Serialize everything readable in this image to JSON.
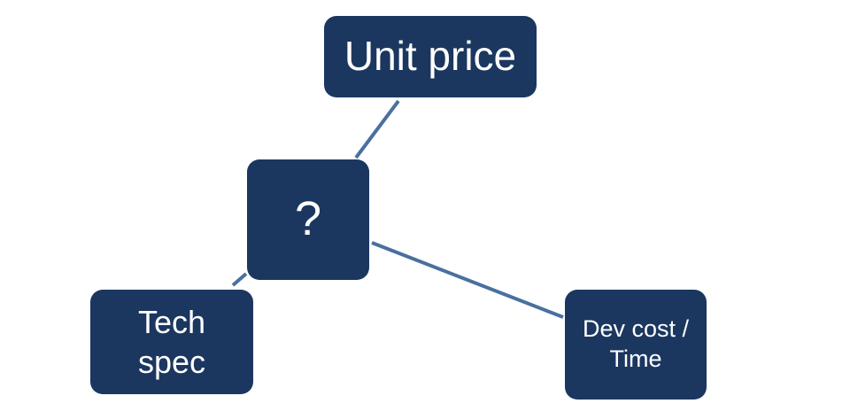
{
  "diagram": {
    "nodes": {
      "unit_price": {
        "label": "Unit price"
      },
      "center": {
        "label": "?"
      },
      "tech_spec": {
        "line1": "Tech",
        "line2": "spec"
      },
      "dev_cost": {
        "line1": "Dev cost /",
        "line2": "Time"
      }
    },
    "edges": [
      {
        "from": "center",
        "to": "unit_price"
      },
      {
        "from": "center",
        "to": "tech_spec"
      },
      {
        "from": "center",
        "to": "dev_cost"
      }
    ],
    "colors": {
      "box_fill": "#1b3760",
      "text": "#ffffff",
      "connector": "#4a6fa0",
      "background": "#ffffff"
    }
  }
}
